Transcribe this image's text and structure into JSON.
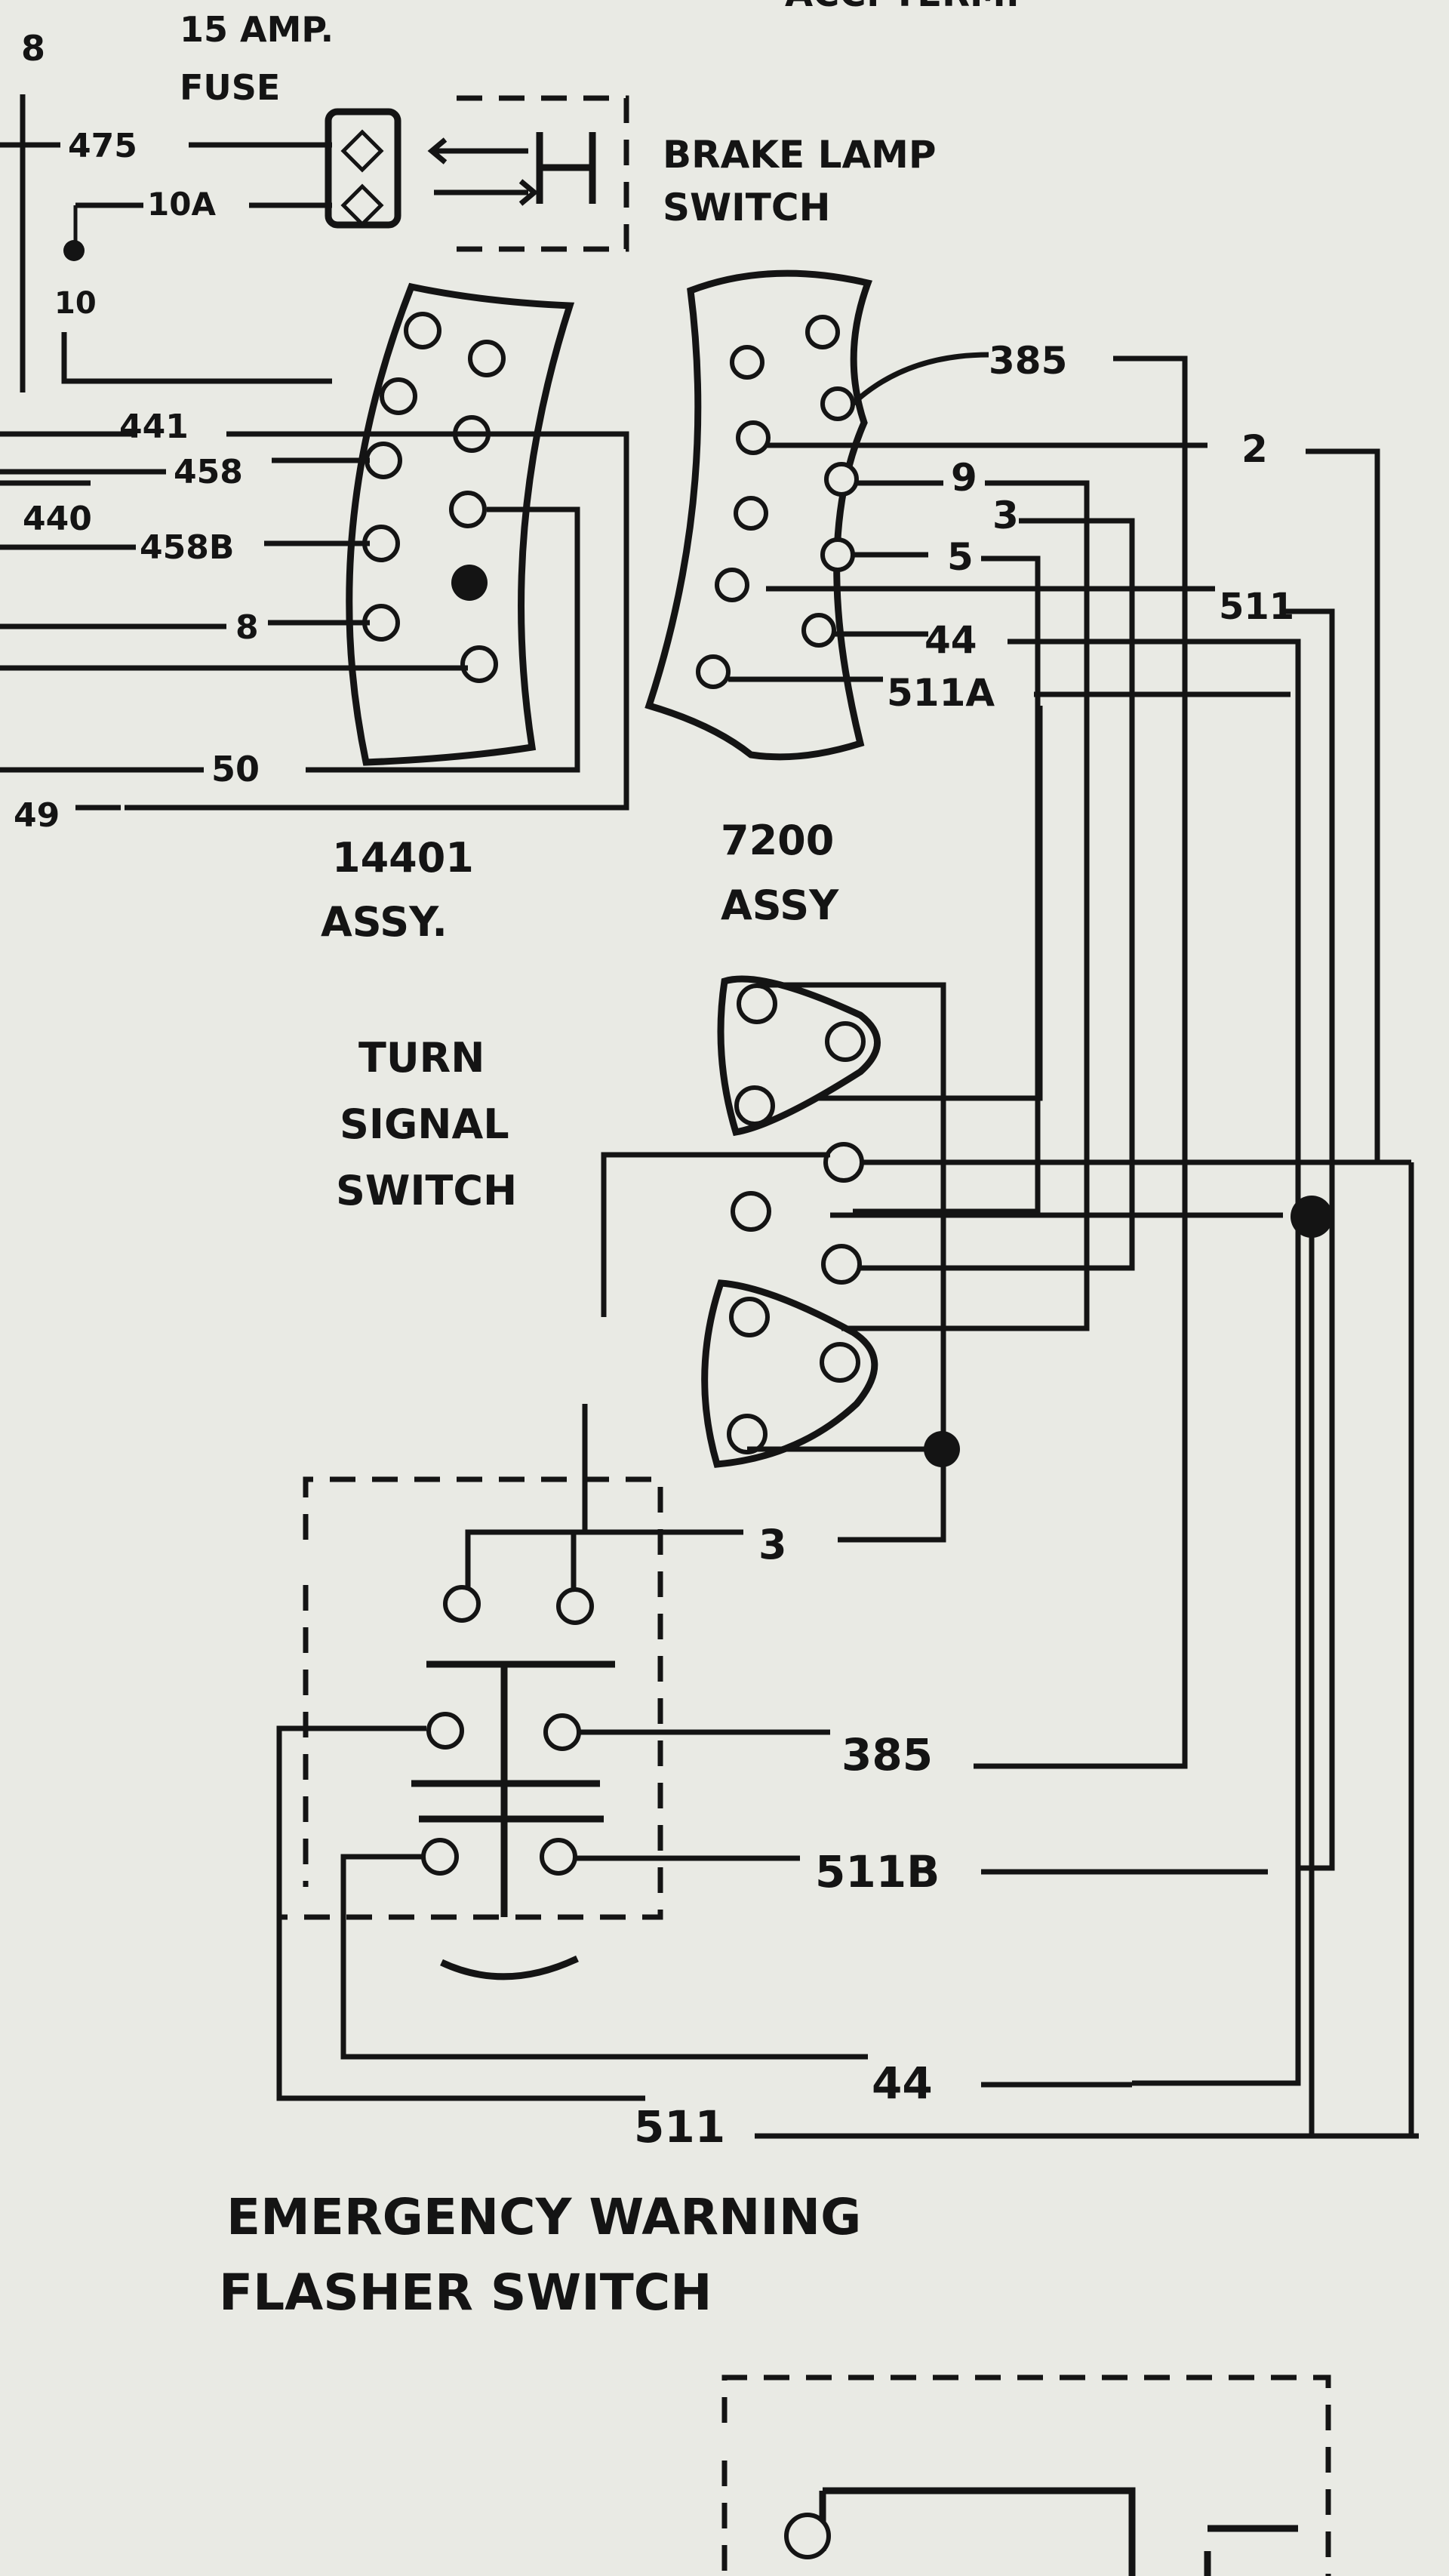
{
  "fuse": {
    "line1": "15 AMP.",
    "line2": "FUSE",
    "wire_in": "475",
    "wire_out": "10A"
  },
  "top": {
    "left_number": "8",
    "partial_text": "ACC. TERM.",
    "wire_10": "10"
  },
  "brake_lamp_switch": {
    "line1": "BRAKE LAMP",
    "line2": "SWITCH"
  },
  "assy_14401": {
    "line1": "14401",
    "line2": "ASSY.",
    "wires": [
      "441",
      "458",
      "440",
      "458B",
      "8",
      "50",
      "49"
    ]
  },
  "assy_7200": {
    "line1": "7200",
    "line2": "ASSY",
    "wires": [
      "385",
      "2",
      "9",
      "3",
      "5",
      "44",
      "511A",
      "511"
    ]
  },
  "turn_signal_switch": {
    "line1": "TURN",
    "line2": "SIGNAL",
    "line3": "SWITCH"
  },
  "flasher_switch": {
    "wire_3": "3",
    "wire_385": "385",
    "wire_511b": "511B",
    "wire_44": "44",
    "wire_511": "511",
    "line1": "EMERGENCY WARNING",
    "line2": "FLASHER SWITCH"
  }
}
